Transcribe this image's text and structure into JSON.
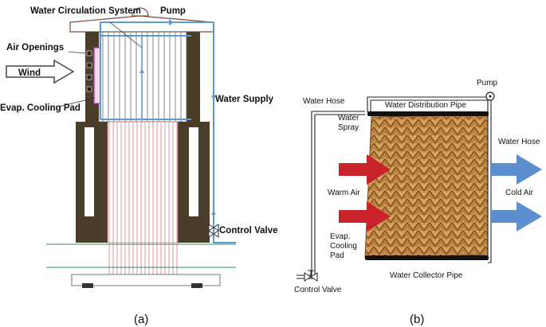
{
  "figure_a": {
    "labels": {
      "water_circulation_system": "Water Circulation System",
      "pump": "Pump",
      "air_openings": "Air Openings",
      "wind": "Wind",
      "evap_cooling_pad": "Evap. Cooling Pad",
      "water_supply": "Water Supply",
      "control_valve": "Control Valve"
    },
    "caption": "(a)"
  },
  "figure_b": {
    "labels": {
      "pump": "Pump",
      "water_hose_left": "Water Hose",
      "water_distribution_pipe": "Water Distribution Pipe",
      "water_spray_line1": "Water",
      "water_spray_line2": "Spray",
      "water_hose_right": "Water Hose",
      "warm_air": "Warm Air",
      "cold_air": "Cold Air",
      "evap_cooling_pad_line1": "Evap.",
      "evap_cooling_pad_line2": "Cooling",
      "evap_cooling_pad_line3": "Pad",
      "water_collector_pipe": "Water Collector Pipe",
      "control_valve": "Control Valve"
    },
    "caption": "(b)"
  },
  "colors": {
    "tower_wall": "#4a3d2a",
    "water_line": "#5b9bd5",
    "pad_edge": "#c040c0",
    "wind_arrow": "#444444",
    "warm_air": "#c8232b",
    "cold_air": "#5b8fd0",
    "pad_base": "#c8904a",
    "ground_line": "#2e8b6e"
  }
}
